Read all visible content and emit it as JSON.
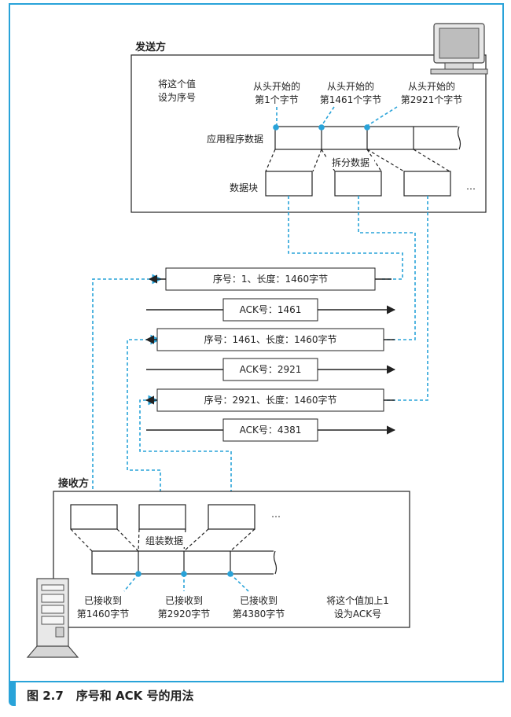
{
  "sender": {
    "title": "发送方",
    "note_lines": [
      "将这个值",
      "设为序号"
    ],
    "pointer_labels": [
      [
        "从头开始的",
        "第1个字节"
      ],
      [
        "从头开始的",
        "第1461个字节"
      ],
      [
        "从头开始的",
        "第2921个字节"
      ]
    ],
    "app_data_label": "应用程序数据",
    "split_label": "拆分数据",
    "chunk_label": "数据块",
    "ellipsis": "…"
  },
  "messages": [
    {
      "direction": "to-receiver",
      "text": "序号：1、长度：1460字节"
    },
    {
      "direction": "to-sender",
      "text": "ACK号：1461"
    },
    {
      "direction": "to-receiver",
      "text": "序号：1461、长度：1460字节"
    },
    {
      "direction": "to-sender",
      "text": "ACK号：2921"
    },
    {
      "direction": "to-receiver",
      "text": "序号：2921、长度：1460字节"
    },
    {
      "direction": "to-sender",
      "text": "ACK号：4381"
    }
  ],
  "receiver": {
    "title": "接收方",
    "assemble_label": "组装数据",
    "received_labels": [
      [
        "已接收到",
        "第1460字节"
      ],
      [
        "已接收到",
        "第2920字节"
      ],
      [
        "已接收到",
        "第4380字节"
      ]
    ],
    "note_lines": [
      "将这个值加上1",
      "设为ACK号"
    ],
    "ellipsis": "…"
  },
  "caption": {
    "number": "图 2.7",
    "title": "序号和 ACK 号的用法"
  },
  "colors": {
    "accent": "#29a3d9",
    "line": "#222222"
  }
}
